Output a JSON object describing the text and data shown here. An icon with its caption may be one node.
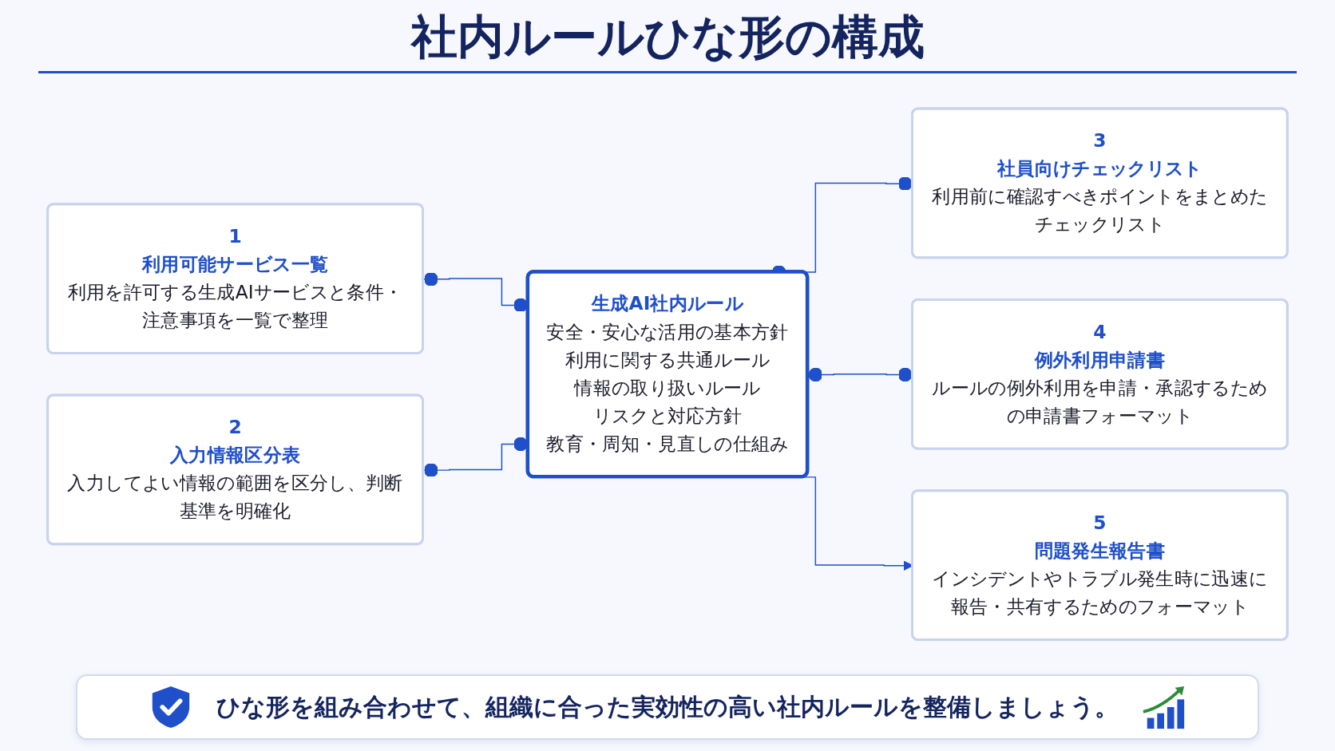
{
  "diagram": {
    "title": "社内ルールひな形の構成",
    "nodes": [
      {
        "text": [
          "生成AI社内ルール",
          "安全・安心な活用の基本方針",
          "利用に関する共通ルール",
          "情報の取り扱いルール",
          "リスクと対応方針",
          "教育・周知・見直しの仕組み"
        ]
      },
      {
        "text": [
          "1",
          "利用可能サービス一覧",
          "利用を許可する生成AIサービスと条件・注意事項を一覧で整理"
        ]
      },
      {
        "text": [
          "2",
          "入力情報区分表",
          "入力してよい情報の範囲を区分し、判断基準を明確化"
        ]
      },
      {
        "text": [
          "3",
          "社員向けチェックリスト",
          "利用前に確認すべきポイントをまとめたチェックリスト"
        ]
      },
      {
        "text": [
          "4",
          "例外利用申請書",
          "ルールの例外利用を申請・承認するための申請書フォーマット"
        ]
      },
      {
        "text": [
          "5",
          "問題発生報告書",
          "インシデントやトラブル発生時に迅速に報告・共有するためのフォーマット"
        ]
      }
    ],
    "edges": [
      {
        "from": 1,
        "to": 0,
        "arrow": "other"
      },
      {
        "from": 2,
        "to": 0,
        "arrow": "other"
      },
      {
        "from": 0,
        "to": 3,
        "arrow": "other"
      },
      {
        "from": 0,
        "to": 4,
        "arrow": "other"
      },
      {
        "from": 0,
        "to": 5,
        "arrow": "to"
      }
    ],
    "caption": "ひな形を組み合わせて、組織に合った実効性の高い社内ルールを整備しましょう。"
  }
}
